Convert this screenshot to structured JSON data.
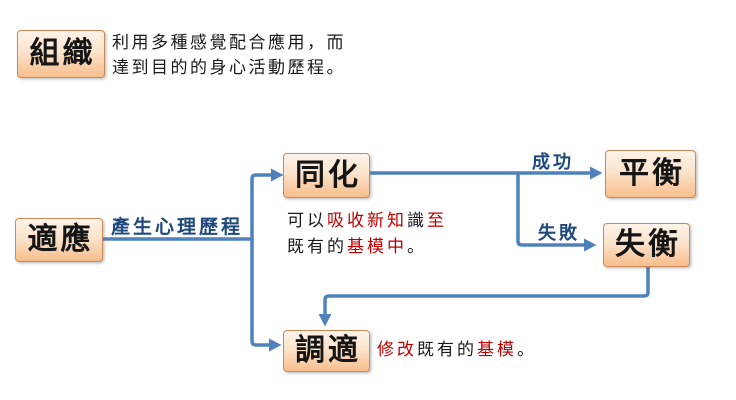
{
  "palette": {
    "connector_blue": "#4F81BD",
    "edge_label_navy": "#1F497D",
    "highlight_red": "#C00000",
    "text_black": "#1a1a1a",
    "box_border": "#C98A58",
    "box_fill_top": "#FDF3E9",
    "box_fill_bottom": "#F8BE8C"
  },
  "boxes": {
    "organization": {
      "label": "組織"
    },
    "adaptation": {
      "label": "適應"
    },
    "assimilation": {
      "label": "同化"
    },
    "equilibrium": {
      "label": "平衡"
    },
    "disequilibrium": {
      "label": "失衡"
    },
    "accommodation": {
      "label": "調適"
    }
  },
  "edge_labels": {
    "process": "產生心理歷程",
    "success": "成功",
    "failure": "失敗"
  },
  "notes": {
    "organization": {
      "line1": "利用多種感覺配合應用，而",
      "line2": "達到目的的身心活動歷程。"
    },
    "assimilation": {
      "line1": [
        {
          "text": "可以",
          "color": "black"
        },
        {
          "text": "吸收新知",
          "color": "red"
        },
        {
          "text": "識",
          "color": "black"
        },
        {
          "text": "至",
          "color": "red"
        }
      ],
      "line2": [
        {
          "text": "既有的",
          "color": "black"
        },
        {
          "text": "基模中",
          "color": "red"
        },
        {
          "text": "。",
          "color": "black"
        }
      ]
    },
    "accommodation": [
      {
        "text": "修改",
        "color": "red"
      },
      {
        "text": "既有的",
        "color": "black"
      },
      {
        "text": "基模",
        "color": "red"
      },
      {
        "text": "。",
        "color": "black"
      }
    ]
  }
}
